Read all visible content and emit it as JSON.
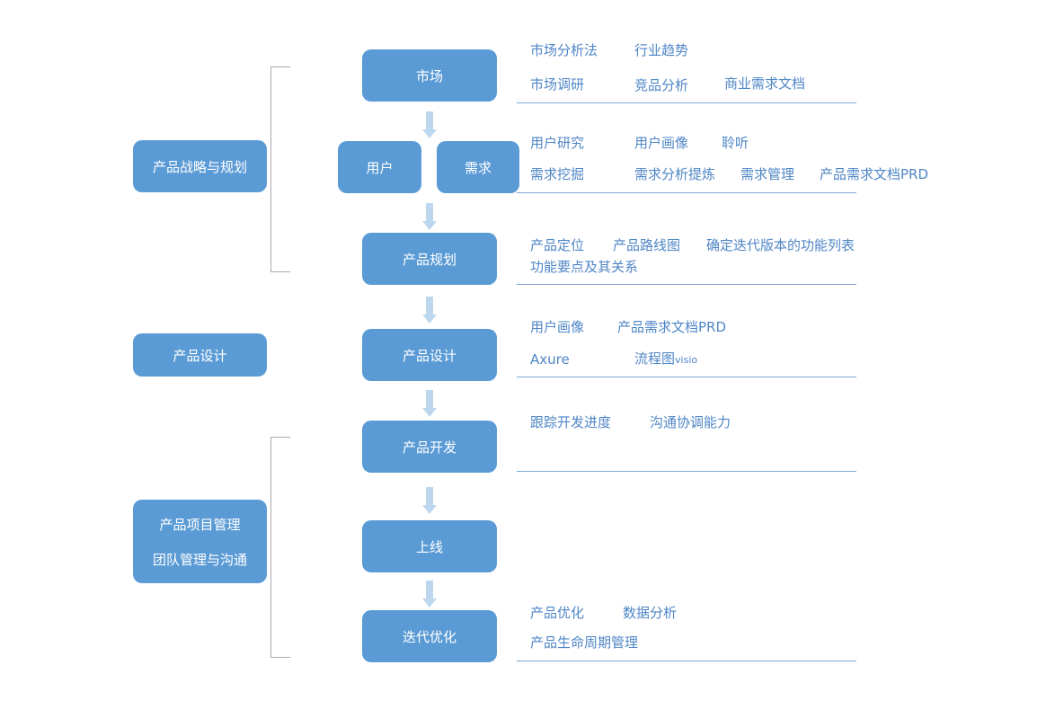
{
  "categories": {
    "strategy": "产品战略与规划",
    "design": "产品设计",
    "project_line1": "产品项目管理",
    "project_line2": "团队管理与沟通"
  },
  "flow": {
    "market": "市场",
    "user": "用户",
    "demand": "需求",
    "planning": "产品规划",
    "design": "产品设计",
    "development": "产品开发",
    "launch": "上线",
    "iteration": "迭代优化"
  },
  "notes": {
    "market": [
      "市场分析法",
      "行业趋势",
      "市场调研",
      "竞品分析",
      "商业需求文档"
    ],
    "user_demand": [
      "用户研究",
      "用户画像",
      "聆听",
      "需求挖掘",
      "需求分析提炼",
      "需求管理",
      "产品需求文档PRD"
    ],
    "planning": [
      "产品定位",
      "产品路线图",
      "确定迭代版本的功能列表",
      "功能要点及其关系"
    ],
    "design": [
      "用户画像",
      "产品需求文档PRD",
      "Axure",
      "流程图"
    ],
    "design_small": "visio",
    "development": [
      "跟踪开发进度",
      "沟通协调能力"
    ],
    "iteration": [
      "产品优化",
      "数据分析",
      "产品生命周期管理"
    ]
  },
  "colors": {
    "box": "#5b9bd5",
    "text": "#4f86c6",
    "arrow": "#bdd7ee",
    "line": "#7fa8d6",
    "brace": "#a9a9a9"
  }
}
